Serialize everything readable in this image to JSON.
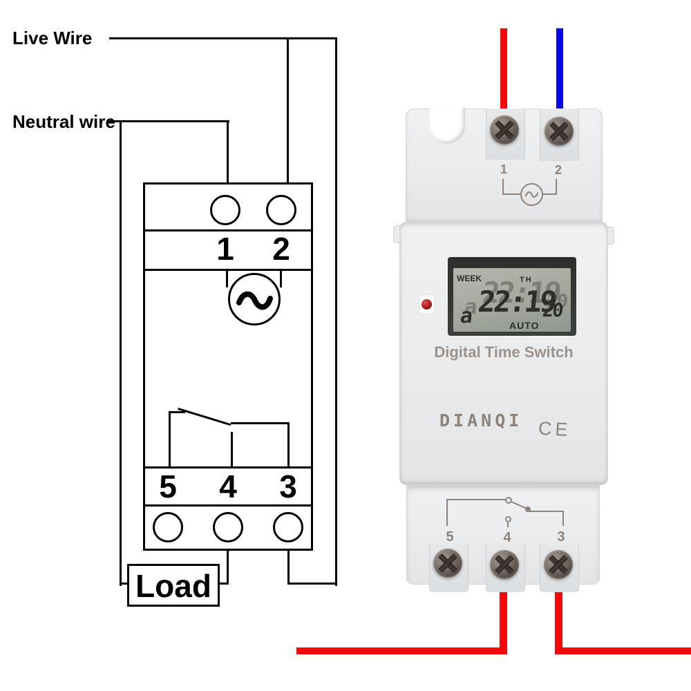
{
  "diagram": {
    "live_wire_label": "Live Wire",
    "neutral_wire_label": "Neutral wire",
    "load_label": "Load",
    "terminals_top": [
      "1",
      "2"
    ],
    "terminals_bottom": [
      "5",
      "4",
      "3"
    ]
  },
  "device": {
    "terminals_top": [
      "1",
      "2"
    ],
    "terminals_bottom": [
      "5",
      "4",
      "3"
    ],
    "lcd": {
      "week_label": "WEEK",
      "weekday": "TH",
      "day_digit": "a",
      "time": "22:19",
      "seconds": "20",
      "mode": "AUTO"
    },
    "title": "Digital Time Switch",
    "brand": "DIANQI",
    "certification": "CE"
  },
  "colors": {
    "diagram_line": "#000000",
    "print_gray": "#8d8378",
    "wire_red": "#f50808",
    "wire_blue": "#0707e8",
    "led_red": "#a51610",
    "lcd_screen": "#a6aa9f"
  }
}
